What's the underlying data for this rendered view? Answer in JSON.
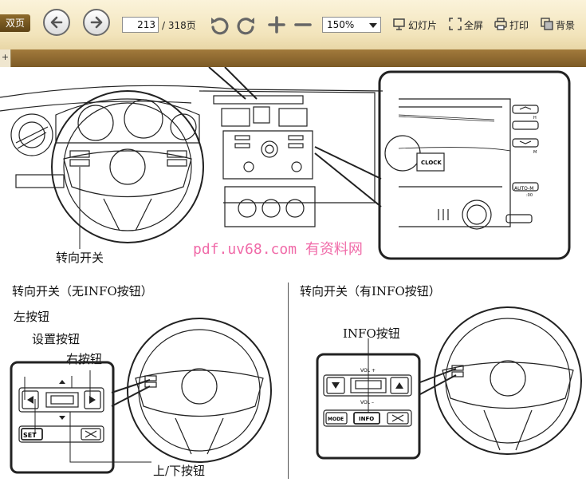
{
  "toolbar": {
    "dual_page_label": "双页",
    "current_page": "213",
    "page_total": "/ 318页",
    "zoom": "150%",
    "slideshow_label": "幻灯片",
    "fullscreen_label": "全屏",
    "print_label": "打印",
    "background_label": "背景"
  },
  "side_tab": {
    "label": "+"
  },
  "document": {
    "top_label_steering": "转向开关",
    "watermark": "pdf.uv68.com 有资料网",
    "section_left_title": "转向开关（无INFO按钮）",
    "section_right_title": "转向开关（有INFO按钮）",
    "label_left_button": "左按钮",
    "label_set_button": "设置按钮",
    "label_right_button": "右按钮",
    "label_up_down": "上/下按钮",
    "label_info_button": "INFO按钮",
    "btn_set": "SET",
    "btn_mode": "MODE",
    "btn_info": "INFO",
    "radio_clock": "CLOCK",
    "radio_auto_m": "AUTO-M",
    "radio_h": "H",
    "radio_m": "M",
    "radio_oo": ":00",
    "vol_plus": "VOL +",
    "vol_minus": "VOL –"
  },
  "colors": {
    "toolbar_bg": "#f2e4bb",
    "subbar_bg": "#8f6a30",
    "watermark": "#f06aa8"
  }
}
